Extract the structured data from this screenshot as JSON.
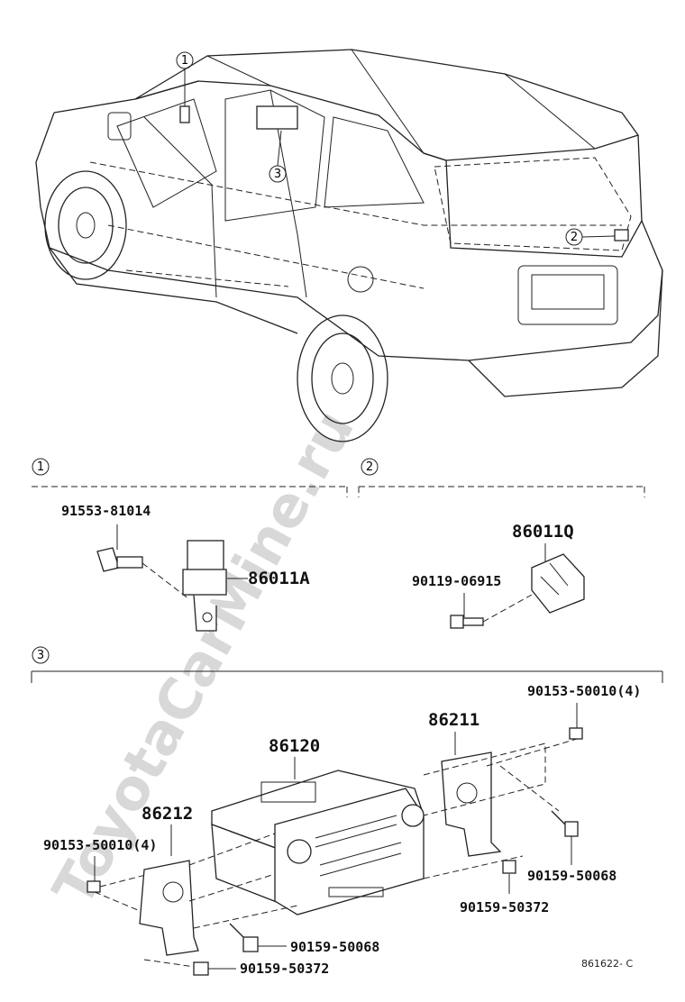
{
  "watermark": "ToyotaCarMine.ru",
  "callouts": {
    "c1": "1",
    "c2": "2",
    "c3": "3"
  },
  "section1": {
    "bolt": "91553-81014",
    "sensor": "86011A"
  },
  "section2": {
    "screw": "90119-06915",
    "module": "86011Q"
  },
  "section3": {
    "receiver": "86120",
    "bracket_right": "86211",
    "bracket_left": "86212",
    "screw_left": "90153-50010(4)",
    "screw_right": "90153-50010(4)",
    "bolt_left": "90159-50068",
    "bolt_right": "90159-50068",
    "bolt_left_low": "90159-50372",
    "bolt_right_low": "90159-50372"
  },
  "figure_ref": "861622- C"
}
